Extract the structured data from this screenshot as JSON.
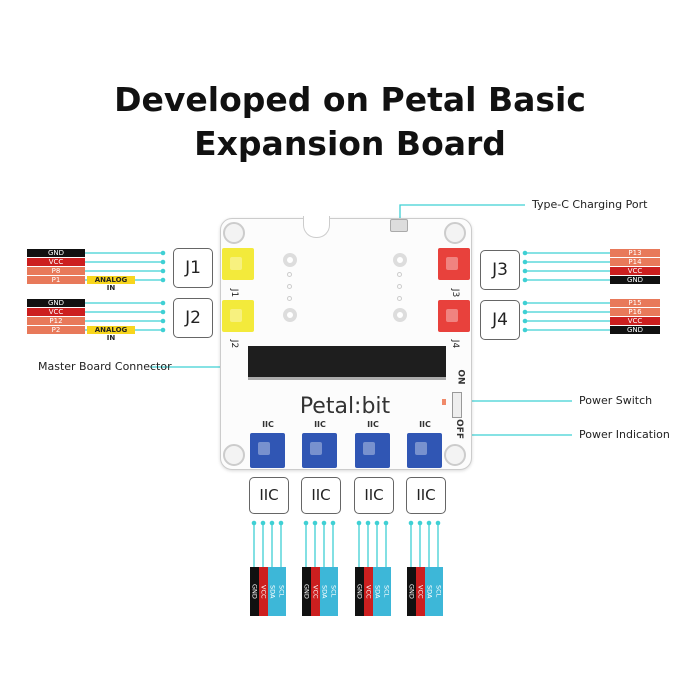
{
  "title": {
    "line1": "Developed on Petal Basic",
    "line2": "Expansion Board"
  },
  "board": {
    "name": "Petal:bit",
    "connectors": {
      "j1": "J1",
      "j2": "J2",
      "j3": "J3",
      "j4": "J4"
    },
    "iic": "IIC",
    "on": "ON",
    "off": "OFF"
  },
  "colors": {
    "line": "#3fd0d4",
    "gnd": "#111111",
    "vcc": "#cc1f1f",
    "pin": "#e8795a",
    "iic_data": "#3db7d8"
  },
  "left_ports": [
    {
      "label": "J1",
      "pins": [
        "GND",
        "VCC",
        "P8",
        "P1"
      ],
      "badge": "ANALOG IN"
    },
    {
      "label": "J2",
      "pins": [
        "GND",
        "VCC",
        "P12",
        "P2"
      ],
      "badge": "ANALOG IN"
    }
  ],
  "right_ports": [
    {
      "label": "J3",
      "pins": [
        "P13",
        "P14",
        "VCC",
        "GND"
      ]
    },
    {
      "label": "J4",
      "pins": [
        "P15",
        "P16",
        "VCC",
        "GND"
      ]
    }
  ],
  "iic_ports": [
    {
      "label": "IIC",
      "pins": [
        "GND",
        "VCC",
        "SDA",
        "SCL"
      ]
    },
    {
      "label": "IIC",
      "pins": [
        "GND",
        "VCC",
        "SDA",
        "SCL"
      ]
    },
    {
      "label": "IIC",
      "pins": [
        "GND",
        "VCC",
        "SDA",
        "SCL"
      ]
    },
    {
      "label": "IIC",
      "pins": [
        "GND",
        "VCC",
        "SDA",
        "SCL"
      ]
    }
  ],
  "callouts": {
    "typec": "Type-C Charging Port",
    "master": "Master Board Connector",
    "switch": "Power Switch",
    "indication": "Power Indication"
  }
}
